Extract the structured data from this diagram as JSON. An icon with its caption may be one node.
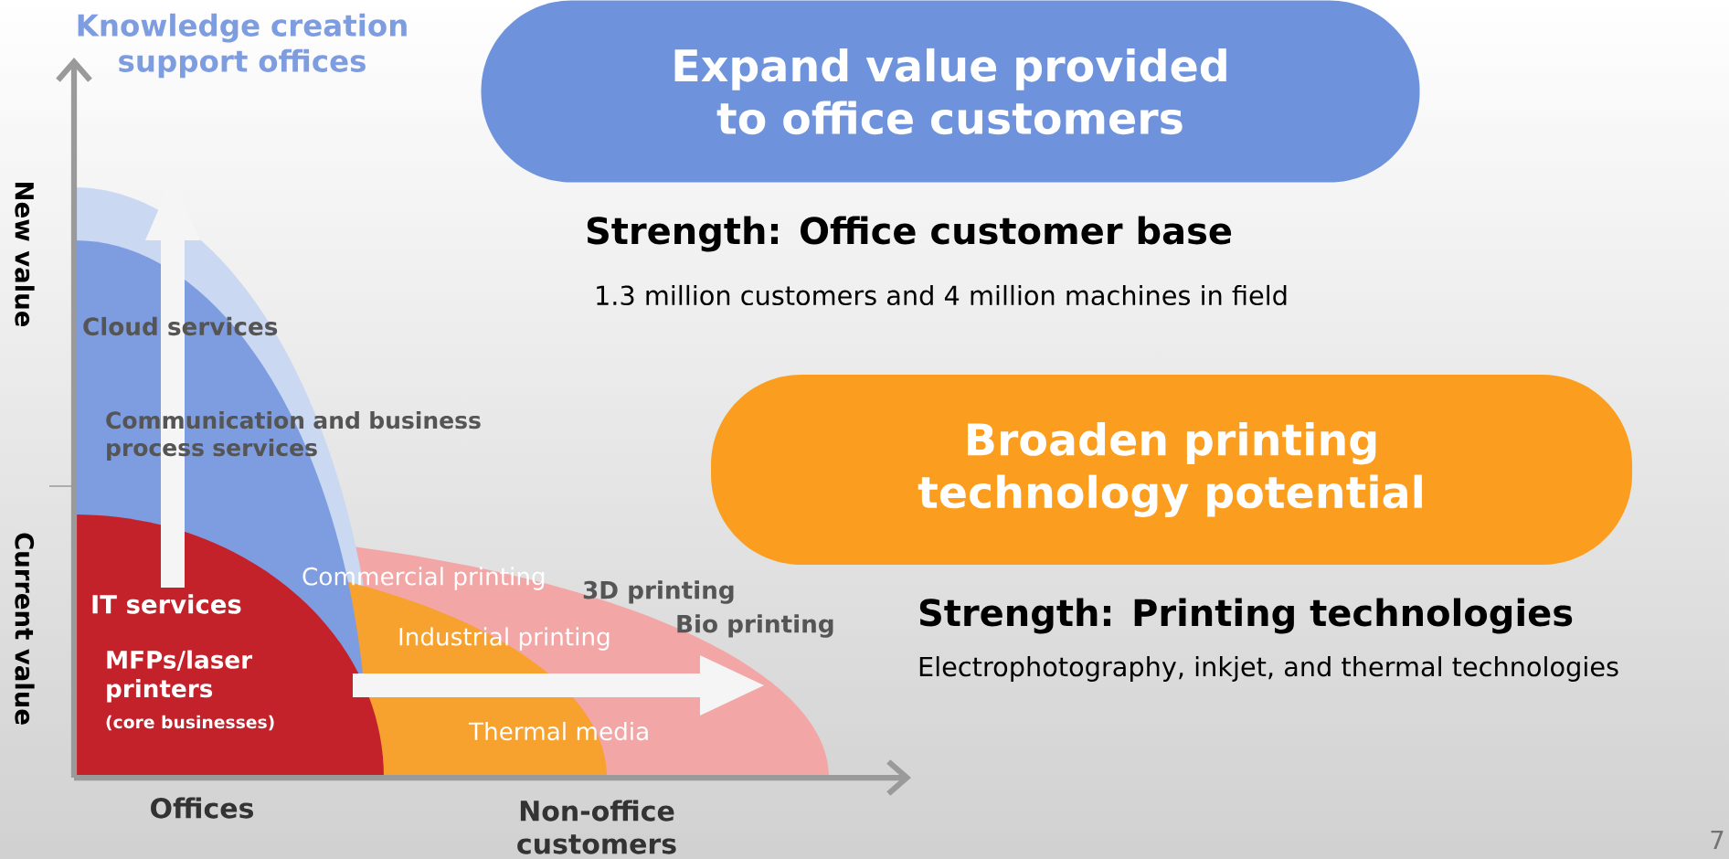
{
  "diagram": {
    "nodes": [
      {
        "text": [
          "Expand value provided to office customers"
        ]
      },
      {
        "text": [
          "Broaden printing technology potential"
        ]
      }
    ],
    "labels": [
      "Knowledge creation support offices",
      "New value",
      "Current value",
      "Cloud services",
      "Communication and business process services",
      "IT services",
      "MFPs/laser printers",
      "(core businesses)",
      "Commercial printing",
      "3D printing",
      "Industrial printing",
      "Bio printing",
      "Thermal media",
      "Offices",
      "Non-office customers",
      "Strength: Office customer base",
      "1.3 million customers and 4 million machines in field",
      "Strength: Printing technologies",
      "Electrophotography, inkjet, and thermal technologies",
      "7"
    ]
  }
}
